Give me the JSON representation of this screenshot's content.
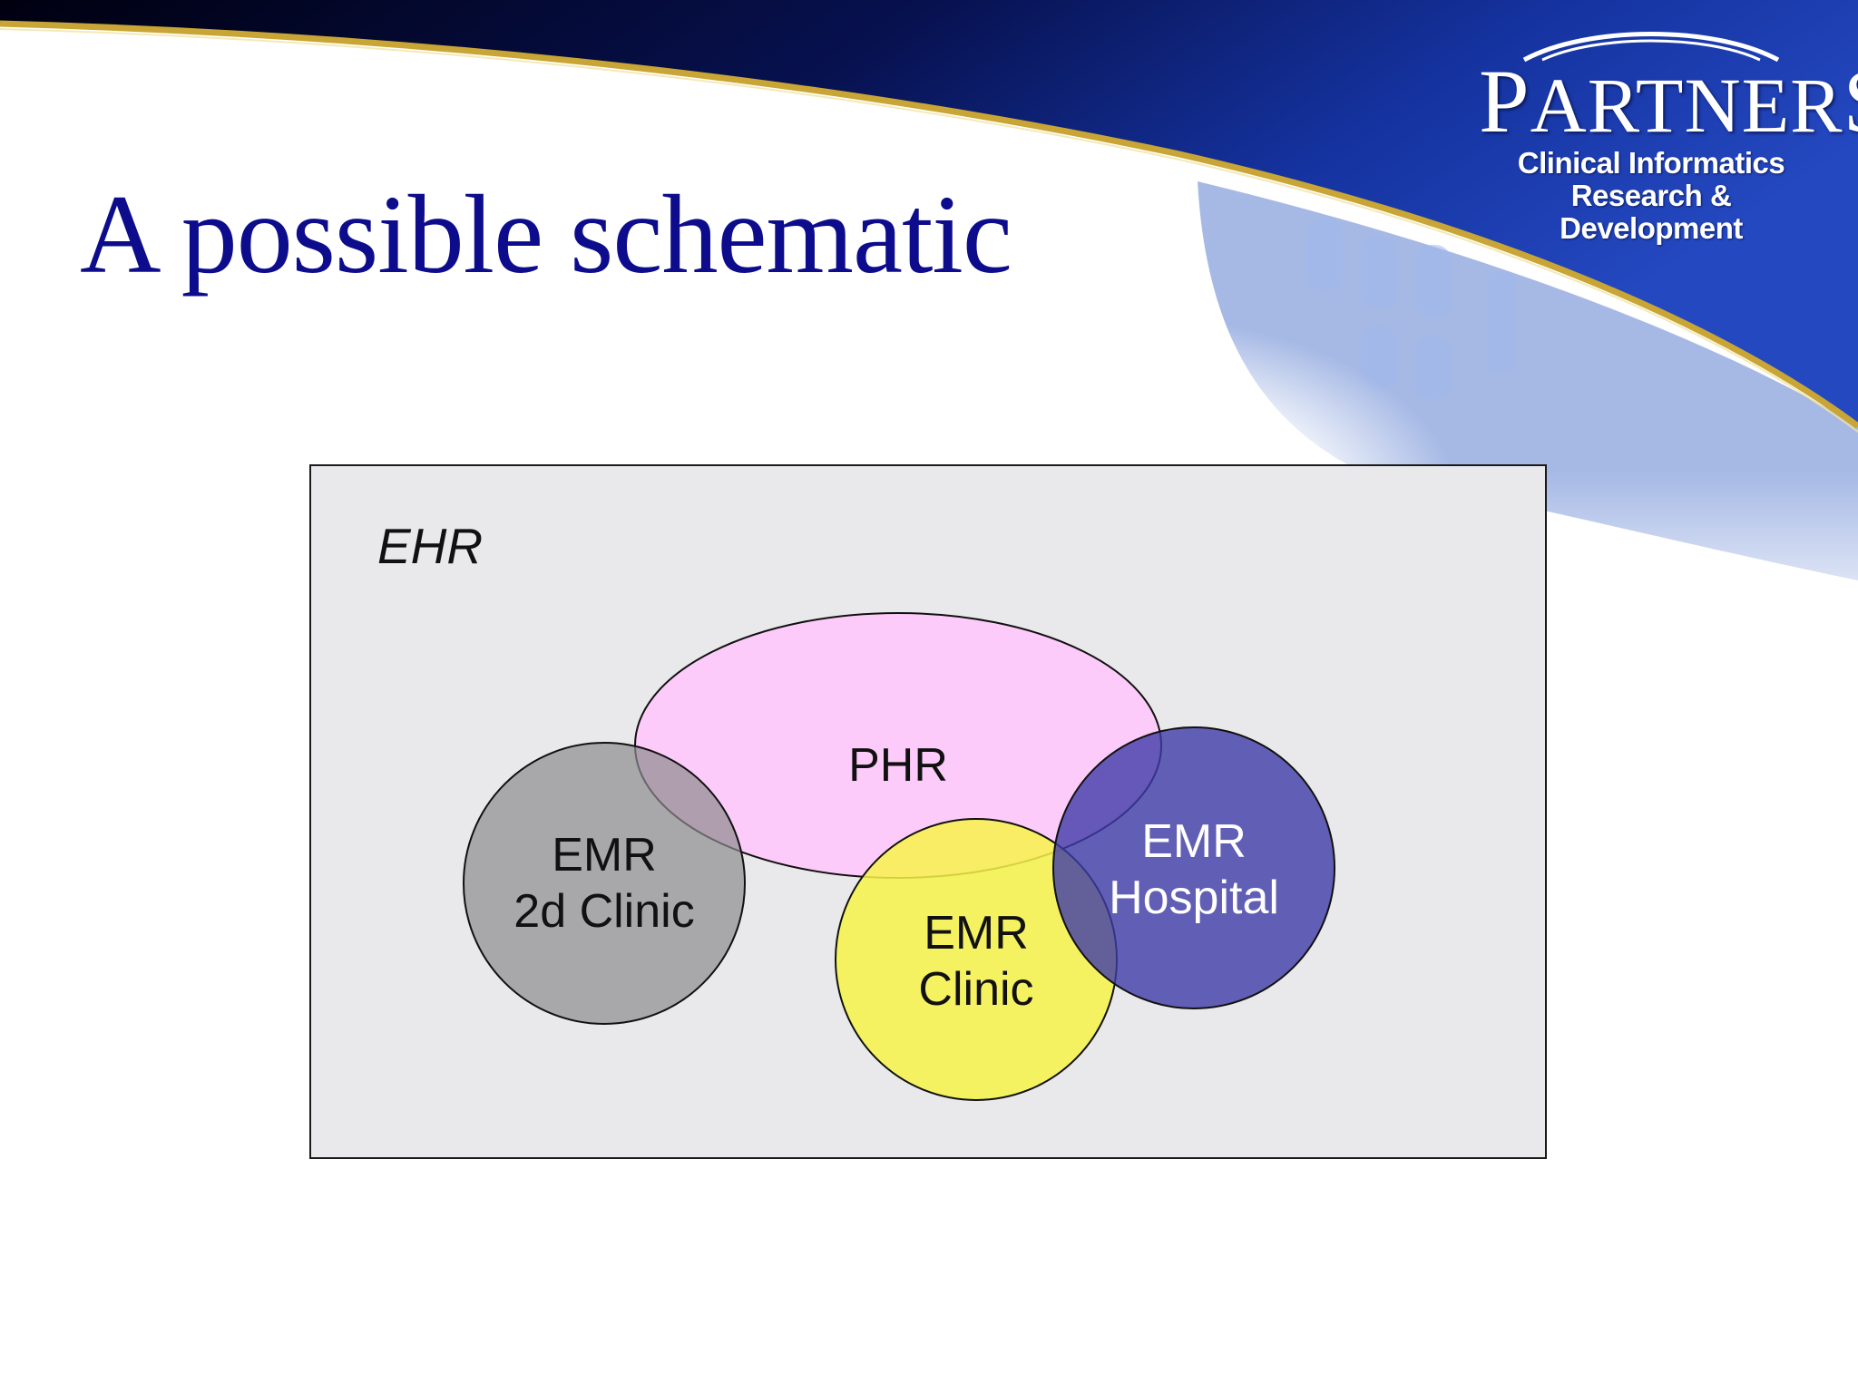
{
  "slide": {
    "title": "A possible schematic"
  },
  "logo": {
    "brand": "PARTNERS",
    "line1": "Clinical Informatics",
    "line2": "Research & Development"
  },
  "diagram": {
    "container_label": "EHR",
    "sets": [
      {
        "id": "phr",
        "lines": [
          "PHR"
        ],
        "fill": "#ffc8fb",
        "text_color": "#111111"
      },
      {
        "id": "emr-2d-clinic",
        "lines": [
          "EMR",
          "2d Clinic"
        ],
        "fill": "#8c8a8e",
        "text_color": "#111111"
      },
      {
        "id": "emr-clinic",
        "lines": [
          "EMR",
          "Clinic"
        ],
        "fill": "#f7f34a",
        "text_color": "#111111"
      },
      {
        "id": "emr-hospital",
        "lines": [
          "EMR",
          "Hospital"
        ],
        "fill": "#3e3ba8",
        "text_color": "#ffffff"
      }
    ]
  },
  "colors": {
    "title": "#0c0c8c",
    "banner_dark": "#050a40",
    "banner_blue": "#1d3fae",
    "banner_stripe": "#c9a536",
    "ehr_background": "#e9e9eb"
  }
}
